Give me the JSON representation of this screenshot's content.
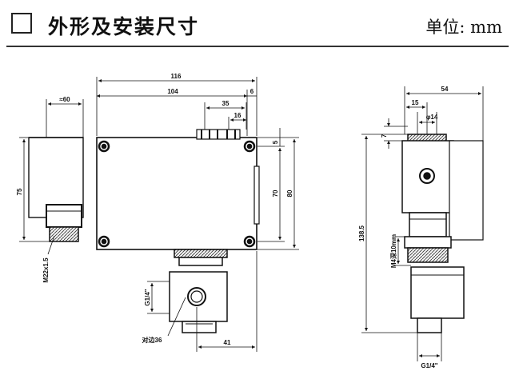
{
  "header": {
    "title": "外形及安装尺寸",
    "unit": "单位: mm"
  },
  "front_view": {
    "dims": {
      "overall_width": "116",
      "body_width": "104",
      "edge": "6",
      "terminal_span": "35",
      "terminal_offset": "16",
      "side_width": "≈60",
      "side_height": "75",
      "top_offset": "5",
      "hole_pitch": "70",
      "body_height": "80",
      "thread": "M22x1.5",
      "port": "G1/4\"",
      "wrench": "对边36",
      "port_offset": "41"
    }
  },
  "side_view": {
    "dims": {
      "overall_width": "54",
      "inner_offset": "15",
      "diameter": "φ14",
      "top_gap": "7",
      "overall_height": "138.5",
      "mount_hole": "M4深10mm",
      "port": "G1/4\""
    }
  }
}
